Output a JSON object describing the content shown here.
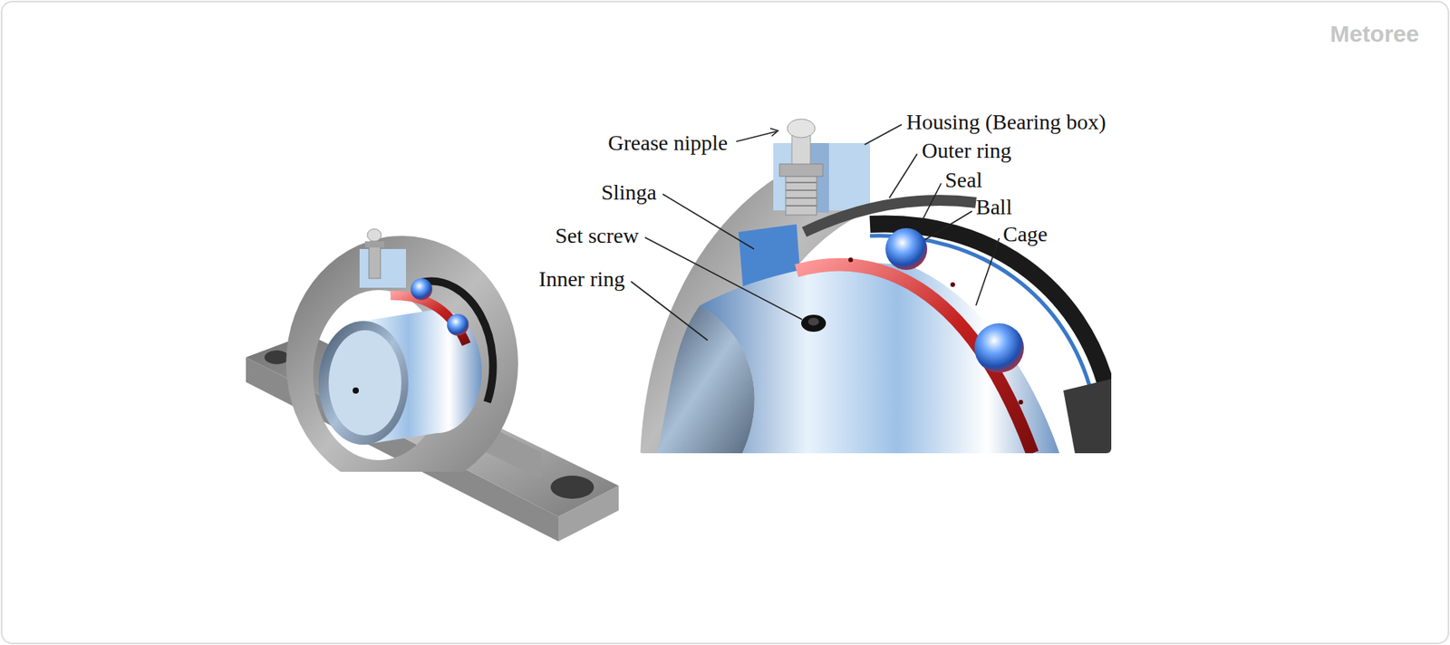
{
  "diagram": {
    "labels": [
      "Grease nipple",
      "Housing (Bearing box)",
      "Outer ring",
      "Seal",
      "Ball",
      "Cage",
      "Slinga",
      "Set screw",
      "Inner ring",
      "Metoree"
    ]
  }
}
